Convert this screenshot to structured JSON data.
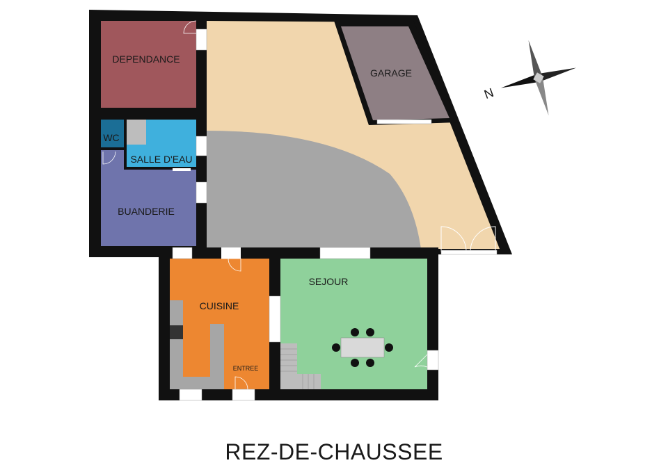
{
  "title": "REZ-DE-CHAUSSEE",
  "compass": {
    "north_label": "N"
  },
  "rooms": {
    "dependance": {
      "label": "DEPENDANCE",
      "color": "#a0575c"
    },
    "garage": {
      "label": "GARAGE",
      "color": "#8e7f84"
    },
    "wc": {
      "label": "WC",
      "color": "#1b6e96"
    },
    "salle_deau": {
      "label": "SALLE D'EAU",
      "color": "#3fb0dd"
    },
    "buanderie": {
      "label": "BUANDERIE",
      "color": "#6f74ac"
    },
    "cuisine": {
      "label": "CUISINE",
      "color": "#ed8731"
    },
    "entree": {
      "label": "ENTREE"
    },
    "sejour": {
      "label": "SEJOUR",
      "color": "#8fd19b"
    },
    "courtyard": {
      "color": "#f1d6ad"
    },
    "paved_area": {
      "color": "#a6a6a6"
    }
  }
}
